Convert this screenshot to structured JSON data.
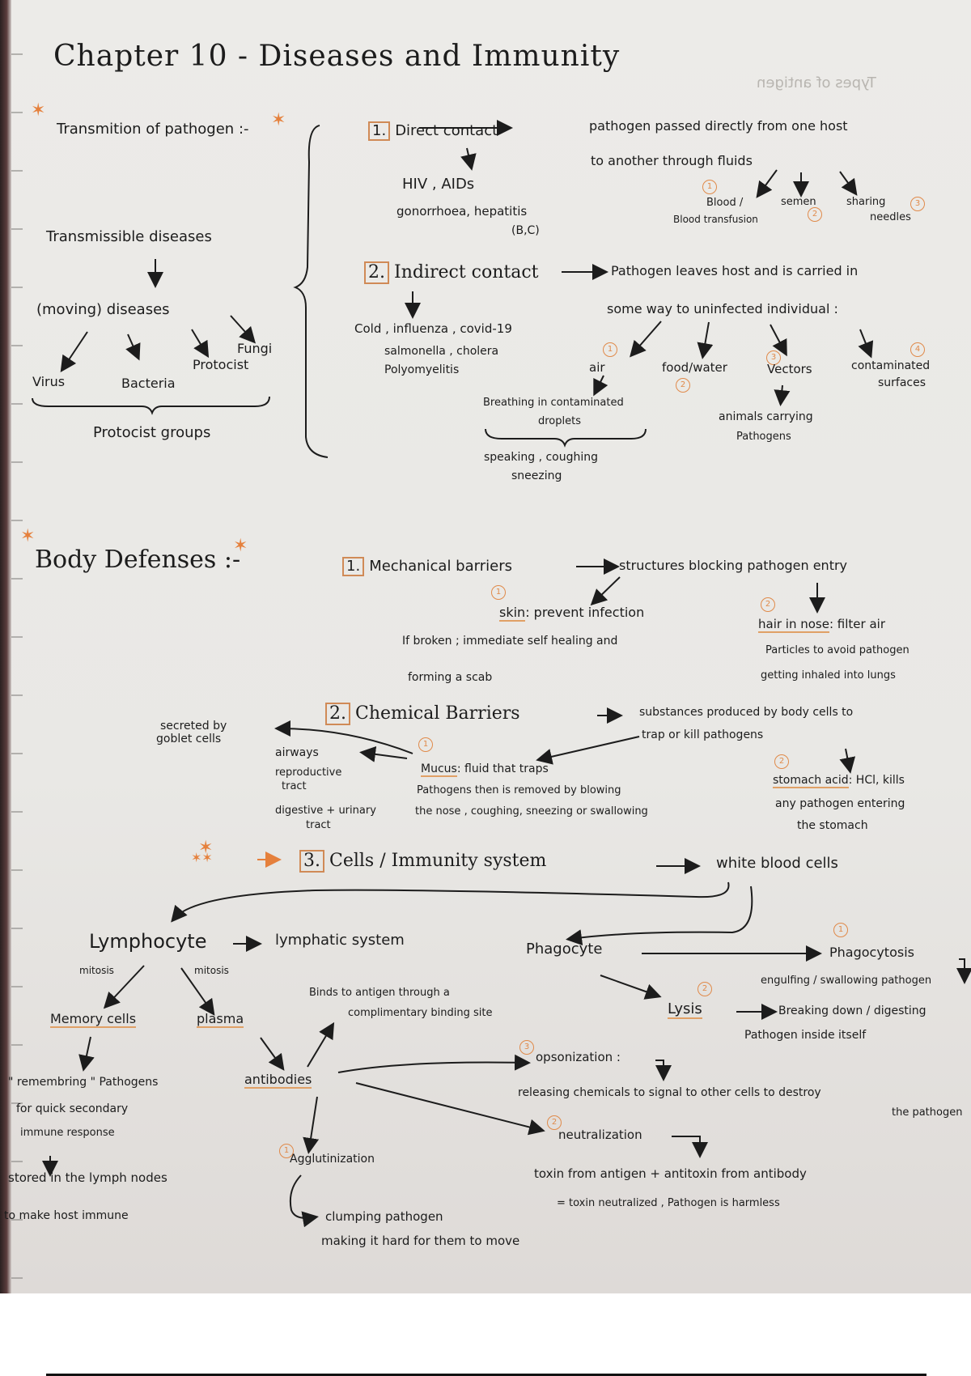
{
  "page": {
    "title": "Chapter 10 - Diseases and Immunity",
    "ghost_text": "Types of antigen"
  },
  "transmission": {
    "heading": "Transmition of pathogen :-",
    "transmissible": "Transmissible diseases",
    "moving": "(moving) diseases",
    "groups": [
      "Virus",
      "Bacteria",
      "Protocist",
      "Fungi"
    ],
    "groups_label": "Protocist groups",
    "direct": {
      "number": "1.",
      "label": "Direct contact",
      "definition_1": "pathogen passed directly from one host",
      "definition_2": "to another through fluids",
      "examples_1": "HIV , AIDs",
      "examples_2": "gonorrhoea, hepatitis",
      "examples_3": "(B,C)",
      "fluids": [
        {
          "num": "1",
          "label": "Blood /",
          "sub": "Blood transfusion"
        },
        {
          "num": "2",
          "label": "semen",
          "sub": ""
        },
        {
          "num": "3",
          "label": "sharing",
          "sub": "needles"
        }
      ]
    },
    "indirect": {
      "number": "2.",
      "label": "Indirect contact",
      "definition_1": "Pathogen leaves host and is carried in",
      "definition_2": "some way to uninfected individual :",
      "examples_1": "Cold , influenza , covid-19",
      "examples_2": "salmonella , cholera",
      "examples_3": "Polyomyelitis",
      "routes": [
        {
          "num": "1",
          "label": "air"
        },
        {
          "num": "2",
          "label": "food/water"
        },
        {
          "num": "3",
          "label": "Vectors"
        },
        {
          "num": "4",
          "label": "contaminated",
          "sub": "surfaces"
        }
      ],
      "air_detail_1": "Breathing in contaminated",
      "air_detail_2": "droplets",
      "air_detail_3": "speaking , coughing",
      "air_detail_4": "sneezing",
      "vector_detail_1": "animals carrying",
      "vector_detail_2": "Pathogens"
    }
  },
  "defenses": {
    "heading": "Body Defenses :-",
    "mechanical": {
      "number": "1.",
      "label": "Mechanical barriers",
      "definition": "structures blocking pathogen entry",
      "skin_num": "1",
      "skin_label": "skin",
      "skin_text": ": prevent infection",
      "skin_detail_1": "If broken ; immediate self healing and",
      "skin_detail_2": "forming a scab",
      "hair_num": "2",
      "hair_label": "hair in nose",
      "hair_text": ": filter air",
      "hair_detail_1": "Particles to avoid pathogen",
      "hair_detail_2": "getting inhaled into lungs"
    },
    "chemical": {
      "number": "2.",
      "label": "Chemical Barriers",
      "definition_1": "substances produced by body cells to",
      "definition_2": "trap or kill pathogens",
      "goblet_1": "secreted by",
      "goblet_2": "goblet cells",
      "tracts": [
        "airways",
        "reproductive",
        "tract",
        "digestive + urinary",
        "tract"
      ],
      "mucus_num": "1",
      "mucus_label": "Mucus",
      "mucus_text": ": fluid that traps",
      "mucus_detail_1": "Pathogens then is removed by blowing",
      "mucus_detail_2": "the nose , coughing, sneezing or swallowing",
      "acid_num": "2",
      "acid_label": "stomach acid",
      "acid_text": ": HCl, kills",
      "acid_detail_1": "any pathogen entering",
      "acid_detail_2": "the stomach"
    },
    "cells": {
      "number": "3.",
      "label": "Cells / Immunity system",
      "target": "white blood cells",
      "lymphocyte": "Lymphocyte",
      "lymphatic": "lymphatic system",
      "mitosis": "mitosis",
      "memory": "Memory cells",
      "plasma": "plasma",
      "memory_detail_1": "\" remembring \" Pathogens",
      "memory_detail_2": "for quick secondary",
      "memory_detail_3": "immune response",
      "memory_detail_4": "stored in the lymph nodes",
      "memory_detail_5": "to make host immune",
      "antibodies": "antibodies",
      "binds_1": "Binds to antigen through a",
      "binds_2": "complimentary binding site",
      "phagocyte": "Phagocyte",
      "phagocytosis_num": "1",
      "phagocytosis": "Phagocytosis",
      "phagocytosis_detail": "engulfing / swallowing pathogen",
      "lysis_num": "2",
      "lysis": "Lysis",
      "lysis_detail_1": "Breaking down / digesting",
      "lysis_detail_2": "Pathogen inside itself",
      "opsonization_num": "3",
      "opsonization": "opsonization :",
      "opsonization_detail_1": "releasing chemicals to signal to other cells to destroy",
      "opsonization_detail_2": "the pathogen",
      "neutralization_num": "2",
      "neutralization": "neutralization",
      "neutralization_detail_1": "toxin from antigen + antitoxin from antibody",
      "neutralization_detail_2": "= toxin neutralized , Pathogen is harmless",
      "agglutination_num": "1",
      "agglutination": "Agglutinization",
      "agglutination_detail_1": "clumping pathogen",
      "agglutination_detail_2": "making it hard for them to move"
    }
  }
}
